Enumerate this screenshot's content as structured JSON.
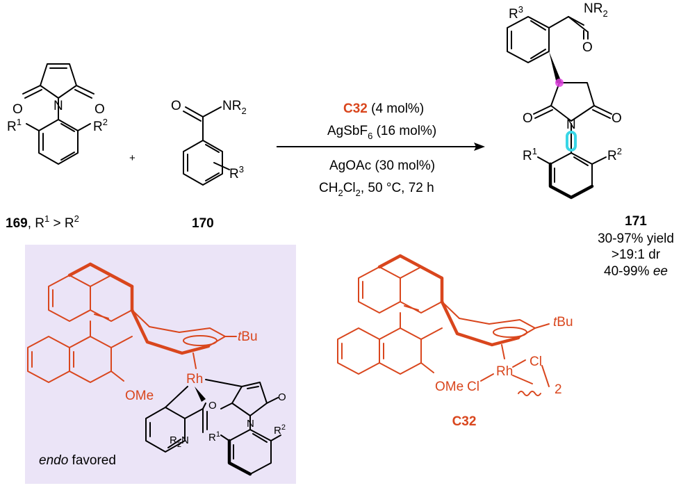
{
  "reactant1": {
    "id": "169",
    "condition": ", R",
    "sup1": "1",
    "gt": " > R",
    "sup2": "2",
    "O_left": "O",
    "O_right": "O",
    "N": "N",
    "R1": "R",
    "R1_sup": "1",
    "R2": "R",
    "R2_sup": "2"
  },
  "plus": "+",
  "reactant2": {
    "id": "170",
    "O": "O",
    "NR2": "NR",
    "NR2_sub": "2",
    "R3": "R",
    "R3_sup": "3"
  },
  "conditions": {
    "catalyst": "C32",
    "catalyst_loading": " (4 mol%)",
    "additive1_a": "AgSbF",
    "additive1_sub": "6",
    "additive1_b": " (16 mol%)",
    "additive2": "AgOAc (30 mol%)",
    "solvent_a": "CH",
    "solvent_sub1": "2",
    "solvent_b": "Cl",
    "solvent_sub2": "2",
    "solvent_c": ", 50 °C, 72 h"
  },
  "product": {
    "id": "171",
    "yield": "30-97% yield",
    "dr": ">19:1 dr",
    "ee_value": "40-99% ",
    "ee_unit": "ee",
    "NR2": "NR",
    "NR2_sub": "2",
    "O_amide": "O",
    "O_left": "O",
    "O_right": "O",
    "N": "N",
    "R3": "R",
    "R3_sup": "3",
    "R1": "R",
    "R1_sup": "1",
    "R2": "R",
    "R2_sup": "2"
  },
  "transition_state": {
    "tBu_t": "t",
    "tBu_rest": "Bu",
    "Rh": "Rh",
    "OMe": "OMe",
    "O1": "O",
    "O2": "O",
    "N": "N",
    "R1": "R",
    "R1_sup": "1",
    "R2": "R",
    "R2_sup": "2",
    "R2N": "R",
    "R2N_sub": "2",
    "R2N_N": "N",
    "caption_italic": "endo",
    "caption_rest": "  favored",
    "panel_color": "#ebe4f7"
  },
  "catalyst": {
    "id": "C32",
    "tBu_t": "t",
    "tBu_rest": "Bu",
    "Rh": "Rh",
    "Cl1": "Cl",
    "Cl2": "Cl",
    "dimer": "2",
    "OMe": "OMe",
    "color": "#d9461d"
  },
  "highlights": {
    "stereocenter": "#e040e0",
    "axis": "#39d6e6"
  }
}
